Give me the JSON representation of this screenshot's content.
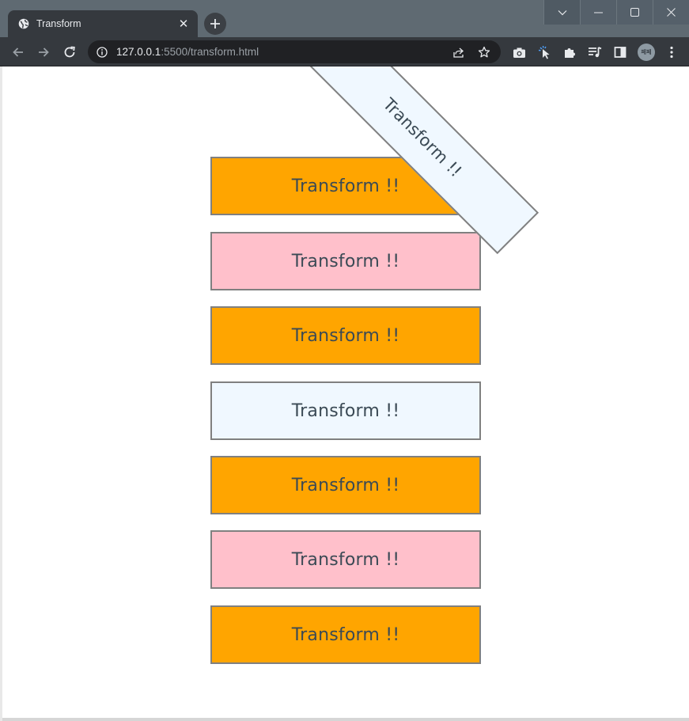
{
  "browser": {
    "tab_title": "Transform",
    "new_tab_icon": "plus-icon",
    "url_host": "127.0.0.1",
    "url_rest": ":5500/transform.html",
    "avatar_text": "페페",
    "window_controls": [
      "chevron-down-icon",
      "minimize-icon",
      "maximize-icon",
      "close-icon"
    ]
  },
  "boxes": [
    {
      "label": "Transform !!",
      "color": "#ffa500"
    },
    {
      "label": "Transform !!",
      "color": "#f0f8ff"
    },
    {
      "label": "Transform !!",
      "color": "#ffc0cb"
    },
    {
      "label": "Transform !!",
      "color": "#ffa500"
    },
    {
      "label": "Transform !!",
      "color": "#f0f8ff"
    },
    {
      "label": "Transform !!",
      "color": "#ffa500"
    },
    {
      "label": "Transform !!",
      "color": "#ffc0cb"
    },
    {
      "label": "Transform !!",
      "color": "#ffa500"
    }
  ],
  "colors": {
    "orange": "#ffa500",
    "pink": "#ffc0cb",
    "aliceblue": "#f0f8ff",
    "border": "#808080",
    "text": "#3b4a55"
  }
}
